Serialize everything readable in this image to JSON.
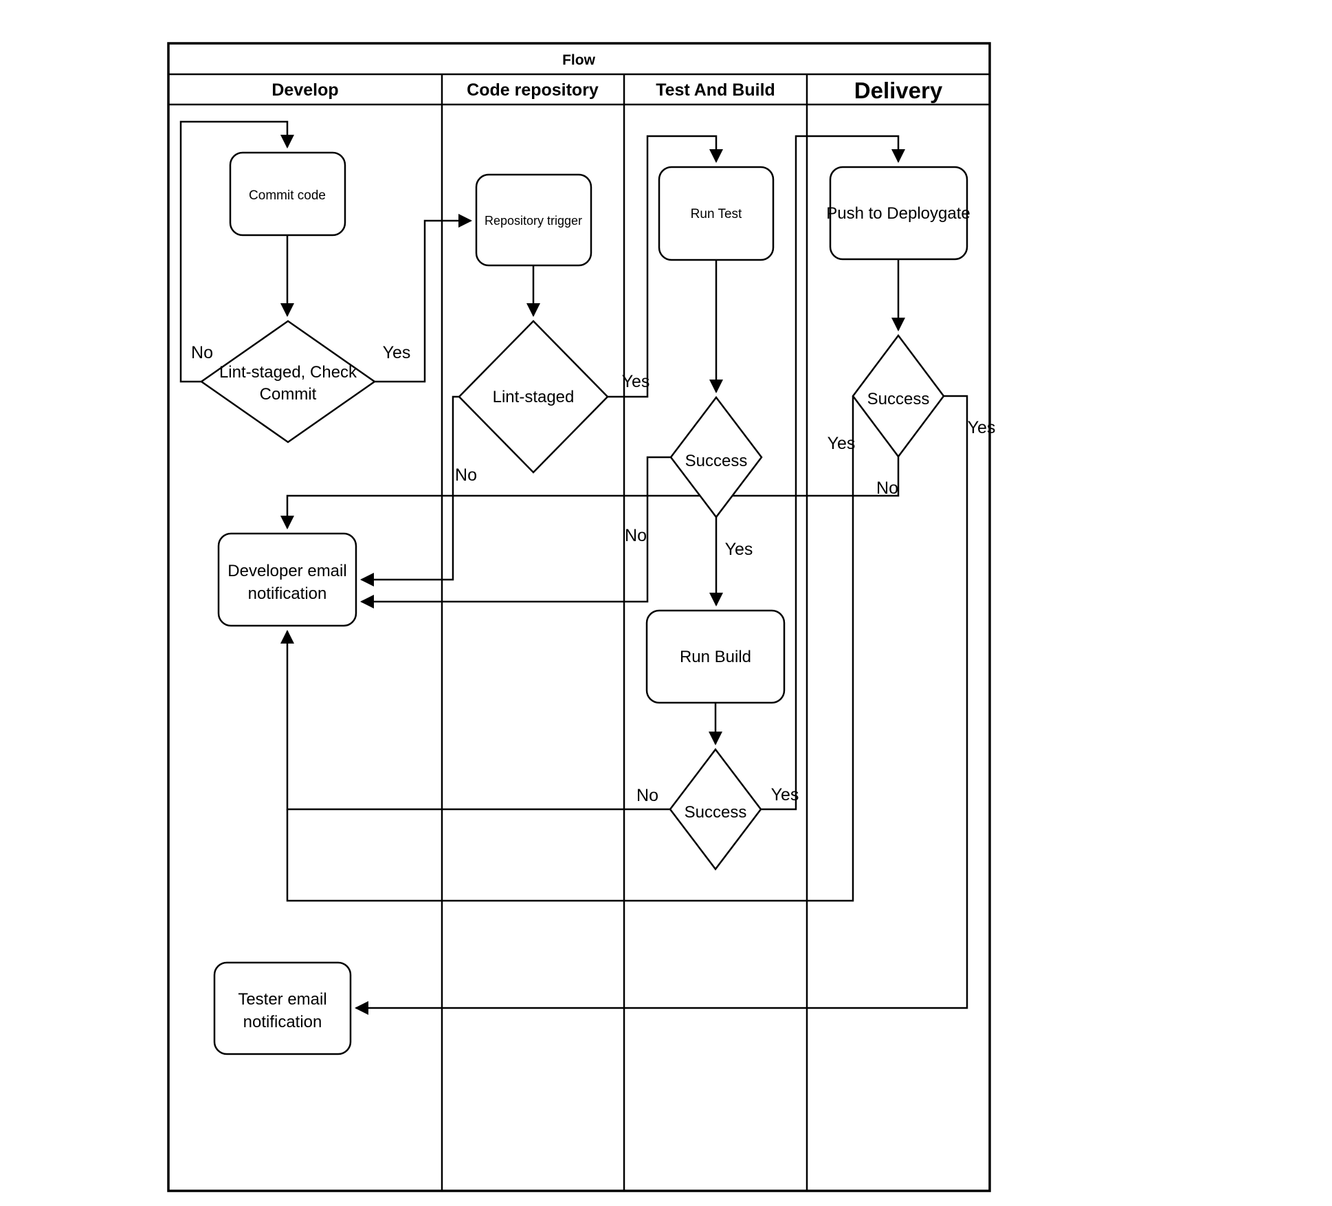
{
  "title": "Flow",
  "lanes": [
    {
      "label": "Develop"
    },
    {
      "label": "Code repository"
    },
    {
      "label": "Test And Build"
    },
    {
      "label": "Delivery"
    }
  ],
  "nodes": {
    "commit_code": {
      "label": "Commit code"
    },
    "repository_trigger": {
      "label": "Repository trigger"
    },
    "run_test": {
      "label": "Run Test"
    },
    "push_to_deploygate": {
      "label": "Push to Deploygate"
    },
    "run_build": {
      "label": "Run Build"
    },
    "developer_email": {
      "line1": "Developer email",
      "line2": "notification"
    },
    "tester_email": {
      "line1": "Tester email",
      "line2": "notification"
    }
  },
  "decisions": {
    "lint_check_commit": {
      "line1": "Lint-staged, Check",
      "line2": "Commit"
    },
    "lint_staged": {
      "label": "Lint-staged"
    },
    "test_success": {
      "label": "Success"
    },
    "build_success": {
      "label": "Success"
    },
    "delivery_success": {
      "label": "Success"
    }
  },
  "edge_labels": {
    "d1_no": "No",
    "d1_yes": "Yes",
    "d2_yes": "Yes",
    "d2_no": "No",
    "d3_no": "No",
    "d3_yes": "Yes",
    "d4_no": "No",
    "d4_yes": "Yes",
    "d5_yes_left": "Yes",
    "d5_no": "No",
    "d5_yes_right": "Yes"
  },
  "colors": {
    "stroke": "#000000",
    "background": "#ffffff"
  }
}
